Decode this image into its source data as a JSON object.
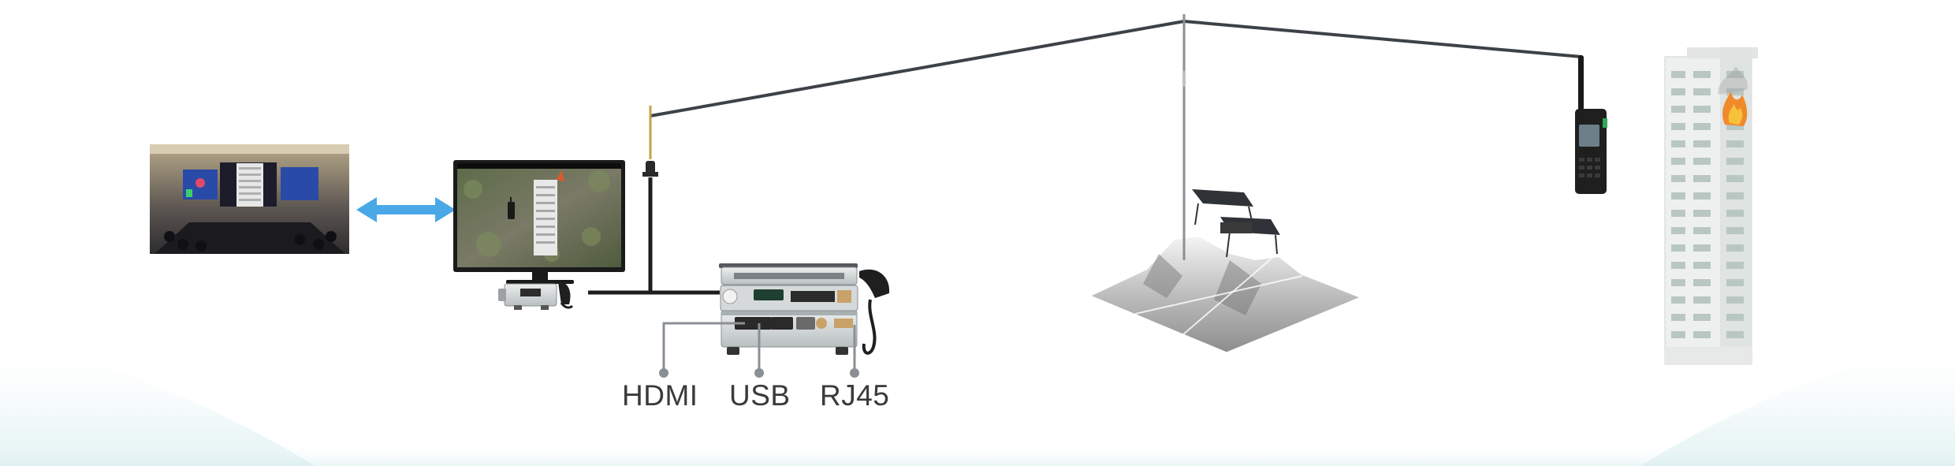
{
  "diagram": {
    "nodes": [
      {
        "id": "command-center",
        "icon": "command-center-room-photo"
      },
      {
        "id": "dispatch-monitor",
        "icon": "monitor-map-icon"
      },
      {
        "id": "desk-radio",
        "icon": "desktop-radio-icon"
      },
      {
        "id": "base-station",
        "icon": "base-station-unit-icon"
      },
      {
        "id": "mountain-repeater",
        "icon": "mountain-repeater-icon"
      },
      {
        "id": "handheld-radio",
        "icon": "handheld-radio-icon"
      },
      {
        "id": "building-on-fire",
        "icon": "building-fire-icon"
      }
    ],
    "edges": [
      {
        "from": "command-center",
        "to": "dispatch-monitor",
        "style": "bidirectional-arrow"
      },
      {
        "from": "dispatch-monitor",
        "to": "base-station",
        "style": "cable"
      },
      {
        "from": "base-station",
        "to": "mountain-repeater",
        "style": "radio-link"
      },
      {
        "from": "mountain-repeater",
        "to": "handheld-radio",
        "style": "radio-link"
      }
    ],
    "ports": [
      {
        "label": "HDMI"
      },
      {
        "label": "USB"
      },
      {
        "label": "RJ45"
      }
    ]
  },
  "colors": {
    "arrow": "#4aa8e6",
    "cable": "#1e1e1e",
    "radio_link": "#3d4249",
    "port_line": "#8a8f96",
    "floor": "#e6f3f4"
  }
}
